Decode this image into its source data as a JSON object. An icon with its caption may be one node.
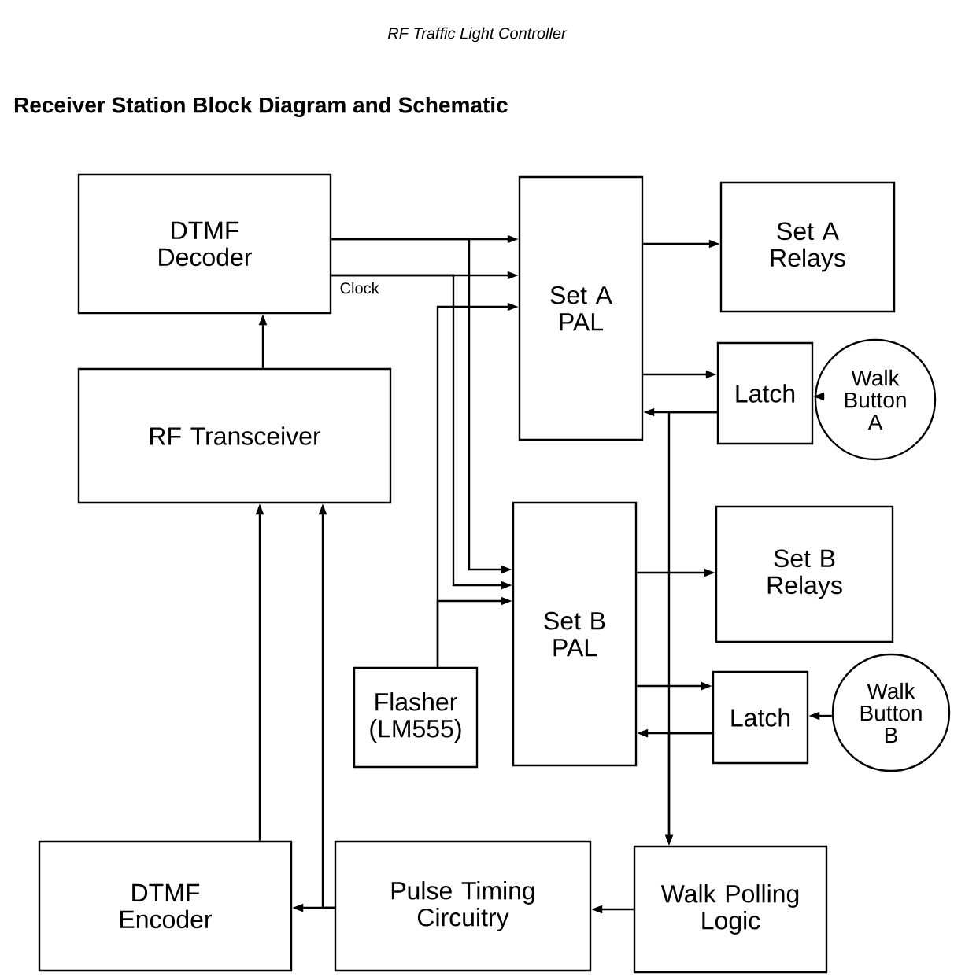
{
  "diagram": {
    "title": "Receiver Station Block Diagram and Schematic",
    "nodes": [
      {
        "text": [
          "DTMF Decoder"
        ]
      },
      {
        "text": [
          "RF Transceiver"
        ]
      },
      {
        "text": [
          "Set A PAL"
        ]
      },
      {
        "text": [
          "Set A Relays"
        ]
      },
      {
        "text": [
          "Latch"
        ]
      },
      {
        "text": [
          "Walk Button A"
        ]
      },
      {
        "text": [
          "Set B PAL"
        ]
      },
      {
        "text": [
          "Set B Relays"
        ]
      },
      {
        "text": [
          "Flasher (LM555)"
        ]
      },
      {
        "text": [
          "Latch"
        ]
      },
      {
        "text": [
          "Walk Button B"
        ]
      },
      {
        "text": [
          "DTMF Encoder"
        ]
      },
      {
        "text": [
          "Pulse Timing Circuitry"
        ]
      },
      {
        "text": [
          "Walk Polling Logic"
        ]
      }
    ],
    "edges": [
      {
        "from": 1,
        "to": 0,
        "arrow": "to"
      },
      {
        "from": 0,
        "to": 2,
        "arrow": "to"
      },
      {
        "from": 0,
        "to": 6,
        "arrow": "to"
      },
      {
        "from": 0,
        "to": 2,
        "arrow": "to",
        "label": "Clock"
      },
      {
        "from": 0,
        "to": 6,
        "arrow": "to"
      },
      {
        "from": 8,
        "to": 2,
        "arrow": "to"
      },
      {
        "from": 8,
        "to": 6,
        "arrow": "to"
      },
      {
        "from": 2,
        "to": 3,
        "arrow": "to"
      },
      {
        "from": 2,
        "to": 4,
        "arrow": "to"
      },
      {
        "from": 4,
        "to": 2,
        "arrow": "to"
      },
      {
        "from": 4,
        "to": 13,
        "arrow": "to"
      },
      {
        "from": 5,
        "to": 4,
        "arrow": "to"
      },
      {
        "from": 6,
        "to": 7,
        "arrow": "to"
      },
      {
        "from": 6,
        "to": 9,
        "arrow": "to"
      },
      {
        "from": 9,
        "to": 6,
        "arrow": "to"
      },
      {
        "from": 9,
        "to": 13,
        "arrow": "to"
      },
      {
        "from": 10,
        "to": 9,
        "arrow": "to"
      },
      {
        "from": 13,
        "to": 12,
        "arrow": "to"
      },
      {
        "from": 12,
        "to": 11,
        "arrow": "to"
      },
      {
        "from": 12,
        "to": 1,
        "arrow": "to"
      },
      {
        "from": 11,
        "to": 1,
        "arrow": "to"
      }
    ],
    "labels": [
      "RF Traffic Light Controller"
    ]
  }
}
